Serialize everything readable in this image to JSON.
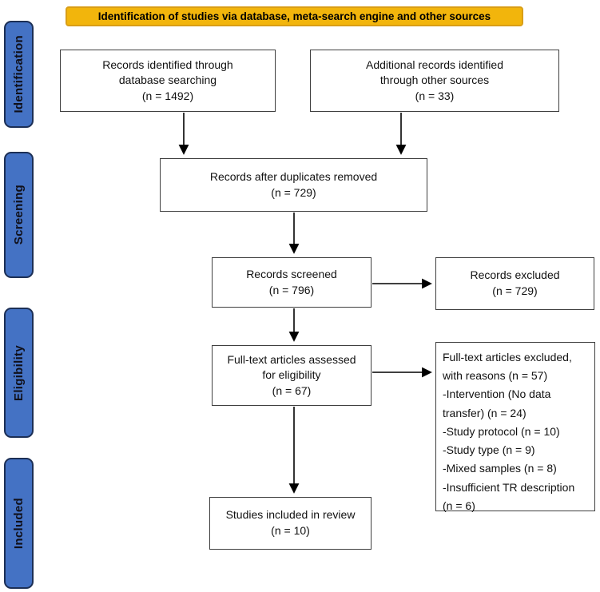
{
  "theme": {
    "gold": "#F2B50C",
    "gold_border": "#D99E16",
    "blue": "#4472C4",
    "blue_border": "#1C2F55",
    "box_border": "#3F3F3F",
    "ink": "#111111"
  },
  "banner": {
    "label": "Identification of studies via database, meta-search engine and other sources"
  },
  "sidebar": {
    "stages": [
      {
        "label": "Identification"
      },
      {
        "label": "Screening"
      },
      {
        "label": "Eligibility"
      },
      {
        "label": "Included"
      }
    ]
  },
  "boxes": {
    "records_db": {
      "lines": [
        "Records identified through",
        "database searching",
        "(n = 1492)"
      ]
    },
    "records_other": {
      "lines": [
        "Additional records identified",
        "through other sources",
        "(n = 33)"
      ]
    },
    "duplicates_removed": {
      "lines": [
        "Records after duplicates removed",
        "(n = 729)"
      ]
    },
    "screened": {
      "lines": [
        "Records screened",
        "(n = 796)"
      ]
    },
    "excluded": {
      "lines": [
        "Records excluded",
        "(n = 729)"
      ]
    },
    "fulltext_assessed": {
      "lines": [
        "Full-text articles assessed",
        "for eligibility",
        "(n = 67)"
      ]
    },
    "fulltext_excluded": {
      "lines": [
        "Full-text articles excluded,",
        "with reasons (n = 57)",
        "-Intervention (No data",
        "transfer) (n = 24)",
        "-Study protocol (n = 10)",
        "-Study type (n = 9)",
        "-Mixed samples (n = 8)",
        "-Insufficient TR description",
        "(n = 6)"
      ]
    },
    "included_review": {
      "lines": [
        "Studies included in review",
        "(n = 10)"
      ]
    }
  }
}
